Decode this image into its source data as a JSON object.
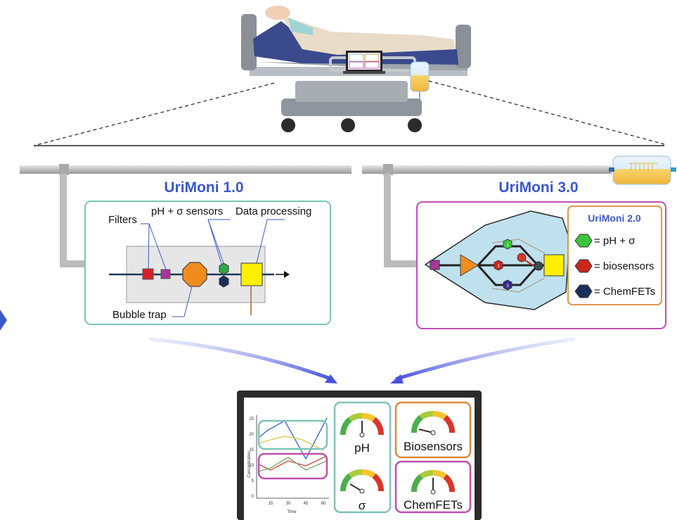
{
  "panel_left": {
    "title": "UriMoni 1.0",
    "labels": {
      "filters": "Filters",
      "sensors": "pH + σ sensors",
      "data_processing": "Data processing",
      "bubble_trap": "Bubble trap"
    }
  },
  "panel_right": {
    "title": "UriMoni 3.0",
    "legend": {
      "title": "UriMoni 2.0",
      "items": [
        "= pH + σ",
        "= biosensors",
        "= ChemFETs"
      ]
    },
    "node_numbers": [
      "1",
      "2",
      "3"
    ]
  },
  "monitor": {
    "chart": {
      "xlabel": "Time",
      "ylabel": "Concentration",
      "xticks": [
        "15",
        "30",
        "45",
        "60"
      ],
      "yticks": [
        "25",
        "20",
        "15",
        "10",
        "5",
        "0"
      ]
    },
    "gauges": {
      "ph": "pH",
      "sigma": "σ",
      "biosensors": "Biosensors",
      "chemfets": "ChemFETs"
    }
  },
  "colors": {
    "title_blue": "#3a58c8",
    "teal": "#7cc4b8",
    "magenta": "#c04fb0",
    "orange_border": "#e08a3c",
    "sensor_green": "#3cc43c",
    "biosensor_red": "#c8281e",
    "chemfet_navy": "#1a2f5a"
  }
}
